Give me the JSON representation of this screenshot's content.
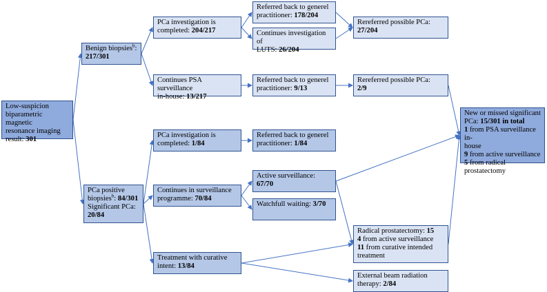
{
  "nodes": {
    "root": {
      "lines": [
        [
          "Low-suspicion"
        ],
        [
          "biparametric magnetic"
        ],
        [
          "resonance imaging"
        ],
        [
          "result: ",
          "301"
        ]
      ]
    },
    "benign": {
      "lines": [
        [
          "Benign biopsies",
          "b",
          ":"
        ],
        [
          "217/301"
        ]
      ]
    },
    "pca_pos": {
      "lines": [
        [
          "PCa positive"
        ],
        [
          "biopsies",
          "b",
          ": ",
          "84/301"
        ],
        [
          "Significant PCa:"
        ],
        [
          "20/84"
        ]
      ]
    },
    "b_completed": {
      "lines": [
        [
          "PCa investigation is"
        ],
        [
          "completed: ",
          "204/217"
        ]
      ]
    },
    "b_psa": {
      "lines": [
        [
          "Continues PSA surveillance"
        ],
        [
          "in-house: ",
          "13/217"
        ]
      ]
    },
    "b_referred_gp": {
      "lines": [
        [
          "Referred back to generel"
        ],
        [
          "practitioner: ",
          "178/204"
        ]
      ]
    },
    "b_luts": {
      "lines": [
        [
          "Continues investigation of"
        ],
        [
          "LUTS: ",
          "26/204"
        ]
      ]
    },
    "b_psa_referred": {
      "lines": [
        [
          "Referred back to generel"
        ],
        [
          "practitioner: ",
          "9/13"
        ]
      ]
    },
    "b_rereferred_1": {
      "lines": [
        [
          "Rereferred possible PCa:"
        ],
        [
          "27/204"
        ]
      ]
    },
    "b_rereferred_2": {
      "lines": [
        [
          "Rereferred possible PCa:"
        ],
        [
          "2/9"
        ]
      ]
    },
    "p_completed": {
      "lines": [
        [
          "PCa investigation is"
        ],
        [
          "completed: ",
          "1/84"
        ]
      ]
    },
    "p_completed_ref": {
      "lines": [
        [
          "Referred back to generel"
        ],
        [
          "practitioner: ",
          "1/84"
        ]
      ]
    },
    "p_surveil": {
      "lines": [
        [
          "Continues in surveillance"
        ],
        [
          "programme: ",
          "70/84"
        ]
      ]
    },
    "p_active": {
      "lines": [
        [
          "Active surveillance: ",
          "67/70"
        ]
      ]
    },
    "p_watch": {
      "lines": [
        [
          "Watchfull waiting: ",
          "3/70"
        ]
      ]
    },
    "p_treat": {
      "lines": [
        [
          "Treatment with curative"
        ],
        [
          "intent: ",
          "13/84"
        ]
      ]
    },
    "p_radical": {
      "lines": [
        [
          "Radical prostatectomy: ",
          "15"
        ],
        [
          "4",
          " from active surveillance"
        ],
        [
          "11",
          " from curative intended"
        ],
        [
          "treatment"
        ]
      ]
    },
    "p_ebrt": {
      "lines": [
        [
          "External beam radiation"
        ],
        [
          "therapy: ",
          "2/84"
        ]
      ]
    },
    "summary": {
      "lines": [
        [
          "New or missed significant"
        ],
        [
          "PCa: ",
          "15/301 in total"
        ],
        [
          "1",
          " from PSA surveillance in-"
        ],
        [
          "house"
        ],
        [
          "9",
          " from active surveillance"
        ],
        [
          "5",
          " from radical prostatectomy"
        ]
      ]
    }
  },
  "bold_map": {
    "root": [
      [
        0
      ],
      [
        0
      ],
      [
        0
      ],
      [
        0,
        1
      ]
    ],
    "benign": [
      [
        0,
        0,
        0
      ],
      [
        1
      ]
    ],
    "pca_pos": [
      [
        0
      ],
      [
        0,
        0,
        0,
        1
      ],
      [
        0
      ],
      [
        1
      ]
    ],
    "b_completed": [
      [
        0
      ],
      [
        0,
        1
      ]
    ],
    "b_psa": [
      [
        0
      ],
      [
        0,
        1
      ]
    ],
    "b_referred_gp": [
      [
        0
      ],
      [
        0,
        1
      ]
    ],
    "b_luts": [
      [
        0
      ],
      [
        0,
        1
      ]
    ],
    "b_psa_referred": [
      [
        0
      ],
      [
        0,
        1
      ]
    ],
    "b_rereferred_1": [
      [
        0
      ],
      [
        1
      ]
    ],
    "b_rereferred_2": [
      [
        0
      ],
      [
        1
      ]
    ],
    "p_completed": [
      [
        0
      ],
      [
        0,
        1
      ]
    ],
    "p_completed_ref": [
      [
        0
      ],
      [
        0,
        1
      ]
    ],
    "p_surveil": [
      [
        0
      ],
      [
        0,
        1
      ]
    ],
    "p_active": [
      [
        0,
        1
      ]
    ],
    "p_watch": [
      [
        0,
        1
      ]
    ],
    "p_treat": [
      [
        0
      ],
      [
        0,
        1
      ]
    ],
    "p_radical": [
      [
        0,
        1
      ],
      [
        1,
        0
      ],
      [
        1,
        0
      ],
      [
        0
      ]
    ],
    "p_ebrt": [
      [
        0
      ],
      [
        0,
        1
      ]
    ],
    "summary": [
      [
        0
      ],
      [
        0,
        1
      ],
      [
        1,
        0
      ],
      [
        0
      ],
      [
        1,
        0
      ],
      [
        1,
        0
      ]
    ]
  },
  "edges": [
    [
      "root",
      "benign"
    ],
    [
      "root",
      "pca_pos"
    ],
    [
      "benign",
      "b_completed"
    ],
    [
      "benign",
      "b_psa"
    ],
    [
      "b_completed",
      "b_referred_gp"
    ],
    [
      "b_completed",
      "b_luts"
    ],
    [
      "b_referred_gp",
      "b_rereferred_1"
    ],
    [
      "b_luts",
      "b_rereferred_1"
    ],
    [
      "b_psa",
      "b_psa_referred"
    ],
    [
      "b_psa_referred",
      "b_rereferred_2"
    ],
    [
      "b_rereferred_2",
      "summary"
    ],
    [
      "pca_pos",
      "p_completed"
    ],
    [
      "pca_pos",
      "p_surveil"
    ],
    [
      "pca_pos",
      "p_treat"
    ],
    [
      "p_completed",
      "p_completed_ref"
    ],
    [
      "p_surveil",
      "p_active"
    ],
    [
      "p_surveil",
      "p_watch"
    ],
    [
      "p_active",
      "summary"
    ],
    [
      "p_active",
      "p_radical"
    ],
    [
      "p_treat",
      "p_radical"
    ],
    [
      "p_treat",
      "p_ebrt"
    ],
    [
      "p_radical",
      "summary"
    ]
  ],
  "colors": {
    "edge": "#4472c4",
    "border": "#2f528f",
    "root": "#8faadc",
    "level1": "#b4c7e7",
    "level2": "#dae3f3"
  }
}
